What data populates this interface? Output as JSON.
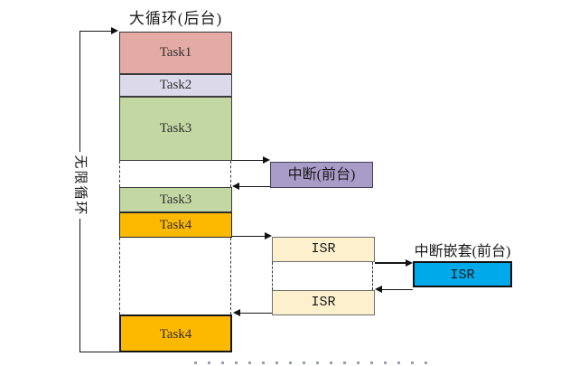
{
  "diagram": {
    "title": "大循环(后台)",
    "loop_label": "无限循环",
    "background_column": {
      "segments": [
        {
          "label": "Task1",
          "color": "#e3aba4"
        },
        {
          "label": "Task2",
          "color": "#dcd9ea"
        },
        {
          "label": "Task3",
          "color": "#c3d7a2"
        },
        {
          "label": "Task3",
          "color": "#c3d7a2"
        },
        {
          "label": "Task4",
          "color": "#fdb800"
        },
        {
          "label": "Task4",
          "color": "#fdb800"
        }
      ]
    },
    "foreground": {
      "interrupt_label": "中断(前台)",
      "interrupt_color": "#a99cc8",
      "isr1_label": "ISR",
      "isr2_label": "ISR",
      "isr_color": "#fdf0cc",
      "nested_title": "中断嵌套(前台)",
      "nested_isr_label": "ISR",
      "nested_isr_color": "#00a9e9"
    },
    "line_color": "#161616"
  }
}
